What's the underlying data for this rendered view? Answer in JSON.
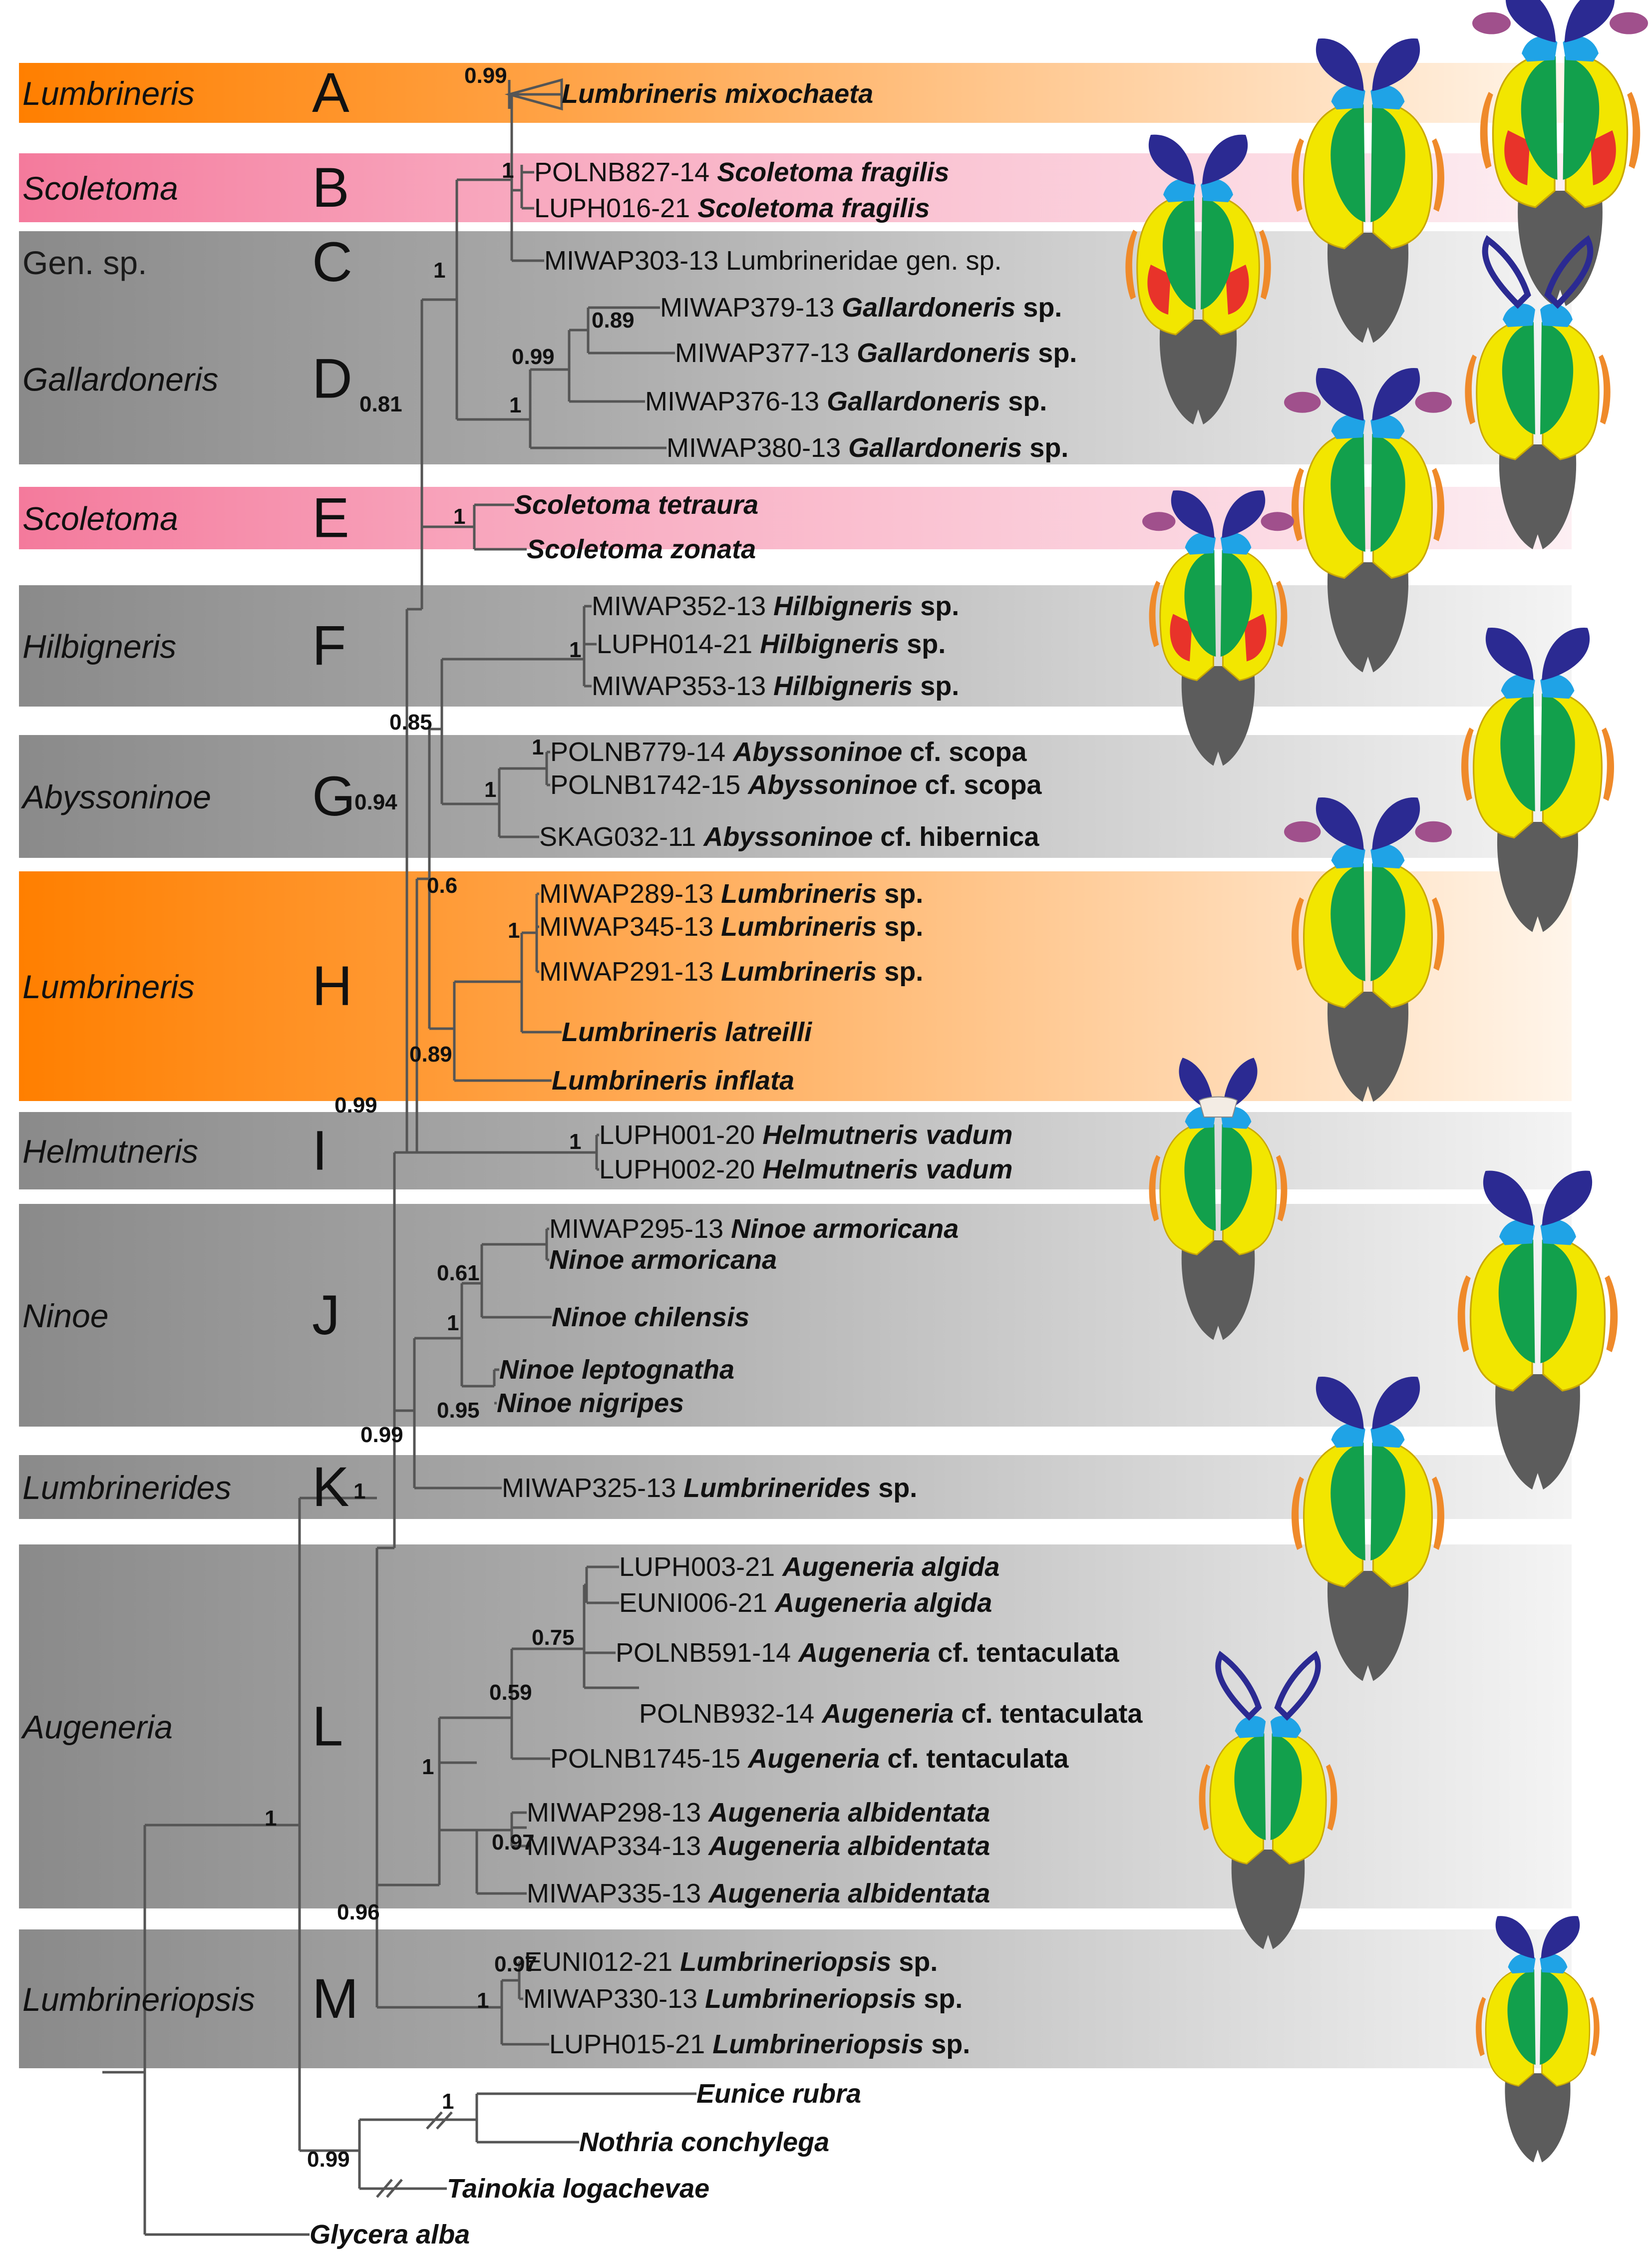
{
  "clades": [
    {
      "letter": "A",
      "genus": "Lumbrineris",
      "style": "orange"
    },
    {
      "letter": "B",
      "genus": "Scoletoma",
      "style": "pink"
    },
    {
      "letter": "C",
      "genus": "Gen. sp.",
      "style": "grey",
      "upright": true
    },
    {
      "letter": "D",
      "genus": "Gallardoneris",
      "style": "grey"
    },
    {
      "letter": "E",
      "genus": "Scoletoma",
      "style": "pink"
    },
    {
      "letter": "F",
      "genus": "Hilbigneris",
      "style": "grey"
    },
    {
      "letter": "G",
      "genus": "Abyssoninoe",
      "style": "grey"
    },
    {
      "letter": "H",
      "genus": "Lumbrineris",
      "style": "orange"
    },
    {
      "letter": "I",
      "genus": "Helmutneris",
      "style": "grey"
    },
    {
      "letter": "J",
      "genus": "Ninoe",
      "style": "grey"
    },
    {
      "letter": "K",
      "genus": "Lumbrinerides",
      "style": "grey"
    },
    {
      "letter": "L",
      "genus": "Augeneria",
      "style": "grey"
    },
    {
      "letter": "M",
      "genus": "Lumbrineriopsis",
      "style": "grey"
    }
  ],
  "taxa": [
    {
      "code": "",
      "name": "Lumbrineris mixochaeta",
      "rest": ""
    },
    {
      "code": "POLNB827-14",
      "name": "Scoletoma fragilis",
      "rest": ""
    },
    {
      "code": "LUPH016-21",
      "name": "Scoletoma fragilis",
      "rest": ""
    },
    {
      "code": "MIWAP303-13",
      "name": "Lumbrineridae gen. sp.",
      "rest": "",
      "plain": true
    },
    {
      "code": "MIWAP379-13",
      "name": "Gallardoneris",
      "rest": "sp."
    },
    {
      "code": "MIWAP377-13",
      "name": "Gallardoneris",
      "rest": "sp."
    },
    {
      "code": "MIWAP376-13",
      "name": "Gallardoneris",
      "rest": "sp."
    },
    {
      "code": "MIWAP380-13",
      "name": "Gallardoneris",
      "rest": "sp."
    },
    {
      "code": "",
      "name": "Scoletoma tetraura",
      "rest": ""
    },
    {
      "code": "",
      "name": "Scoletoma zonata",
      "rest": ""
    },
    {
      "code": "MIWAP352-13",
      "name": "Hilbigneris",
      "rest": "sp."
    },
    {
      "code": "LUPH014-21",
      "name": "Hilbigneris",
      "rest": "sp."
    },
    {
      "code": "MIWAP353-13",
      "name": "Hilbigneris",
      "rest": "sp."
    },
    {
      "code": "POLNB779-14",
      "name": "Abyssoninoe",
      "rest": "cf. scopa"
    },
    {
      "code": "POLNB1742-15",
      "name": "Abyssoninoe",
      "rest": "cf. scopa"
    },
    {
      "code": "SKAG032-11",
      "name": "Abyssoninoe",
      "rest": "cf. hibernica"
    },
    {
      "code": "MIWAP289-13",
      "name": "Lumbrineris",
      "rest": "sp."
    },
    {
      "code": "MIWAP345-13",
      "name": "Lumbrineris",
      "rest": "sp."
    },
    {
      "code": "MIWAP291-13",
      "name": "Lumbrineris",
      "rest": "sp."
    },
    {
      "code": "",
      "name": "Lumbrineris latreilli",
      "rest": ""
    },
    {
      "code": "",
      "name": "Lumbrineris inflata",
      "rest": ""
    },
    {
      "code": "LUPH001-20",
      "name": "Helmutneris vadum",
      "rest": ""
    },
    {
      "code": "LUPH002-20",
      "name": "Helmutneris vadum",
      "rest": ""
    },
    {
      "code": "MIWAP295-13",
      "name": "Ninoe armoricana",
      "rest": ""
    },
    {
      "code": "",
      "name": "Ninoe armoricana",
      "rest": ""
    },
    {
      "code": "",
      "name": "Ninoe chilensis",
      "rest": ""
    },
    {
      "code": "",
      "name": "Ninoe leptognatha",
      "rest": ""
    },
    {
      "code": "",
      "name": "Ninoe nigripes",
      "rest": ""
    },
    {
      "code": "MIWAP325-13",
      "name": "Lumbrinerides",
      "rest": "sp."
    },
    {
      "code": "LUPH003-21",
      "name": "Augeneria algida",
      "rest": ""
    },
    {
      "code": "EUNI006-21",
      "name": "Augeneria algida",
      "rest": ""
    },
    {
      "code": "POLNB591-14",
      "name": "Augeneria",
      "rest": "cf. tentaculata"
    },
    {
      "code": "POLNB932-14",
      "name": "Augeneria",
      "rest": "cf. tentaculata"
    },
    {
      "code": "POLNB1745-15",
      "name": "Augeneria",
      "rest": "cf. tentaculata"
    },
    {
      "code": "MIWAP298-13",
      "name": "Augeneria albidentata",
      "rest": ""
    },
    {
      "code": "MIWAP334-13",
      "name": "Augeneria albidentata",
      "rest": ""
    },
    {
      "code": "MIWAP335-13",
      "name": "Augeneria albidentata",
      "rest": ""
    },
    {
      "code": "EUNI012-21",
      "name": "Lumbrineriopsis",
      "rest": "sp."
    },
    {
      "code": "MIWAP330-13",
      "name": "Lumbrineriopsis",
      "rest": "sp."
    },
    {
      "code": "LUPH015-21",
      "name": "Lumbrineriopsis",
      "rest": "sp."
    },
    {
      "code": "",
      "name": "Eunice rubra",
      "rest": ""
    },
    {
      "code": "",
      "name": "Nothria conchylega",
      "rest": ""
    },
    {
      "code": "",
      "name": "Tainokia logachevae",
      "rest": ""
    },
    {
      "code": "",
      "name": "Glycera alba",
      "rest": ""
    }
  ],
  "support_values": [
    "0.99",
    "1",
    "1",
    "0.89",
    "0.99",
    "1",
    "0.81",
    "1",
    "1",
    "0.85",
    "1",
    "1",
    "0.94",
    "0.6",
    "1",
    "0.89",
    "0.99",
    "1",
    "0.61",
    "1",
    "0.95",
    "0.99",
    "1",
    "0.75",
    "0.59",
    "1",
    "0.97",
    "0.96",
    "0.97",
    "1",
    "1",
    "1",
    "0.99"
  ],
  "colors": {
    "orange": "#ff7f00",
    "pink": "#f47a9c",
    "grey": "#8a8a8a",
    "branch": "#555555",
    "jaw_maxilla1": "#f2e600",
    "jaw_maxilla2": "#12a04c",
    "jaw_maxilla3": "#e8332a",
    "jaw_carrier": "#2b2a92",
    "jaw_blue": "#1fa3e6",
    "jaw_purple": "#a0508c",
    "jaw_orange": "#ef8a2a",
    "mandible": "#5c5c5c"
  },
  "jaw_icons": [
    "jaw-drawing-a",
    "jaw-drawing-b",
    "jaw-drawing-c",
    "jaw-drawing-d",
    "jaw-drawing-e",
    "jaw-drawing-f",
    "jaw-drawing-g",
    "jaw-drawing-h",
    "jaw-drawing-i",
    "jaw-drawing-j",
    "jaw-drawing-k",
    "jaw-drawing-l",
    "jaw-drawing-m"
  ]
}
